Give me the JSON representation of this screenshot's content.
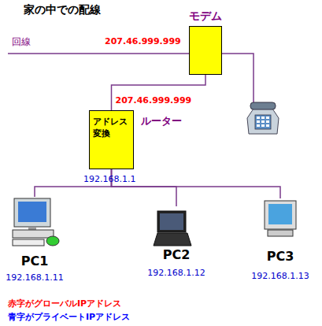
{
  "diagram": {
    "title": "家の中での配線",
    "nodes": [
      {
        "text": [
          "モデム"
        ]
      },
      {
        "text": [
          "アドレス 変換",
          "ルーター"
        ]
      },
      {
        "text": [
          "PC1",
          "192.168.1.11"
        ]
      },
      {
        "text": [
          "PC2",
          "192.168.1.12"
        ]
      },
      {
        "text": [
          "PC3",
          "192.168.1.13"
        ]
      }
    ],
    "edges": [
      {
        "from": 0,
        "to": 1,
        "arrow": "none",
        "label": "207.46.999.999"
      },
      {
        "from": 1,
        "to": 2,
        "arrow": "none"
      },
      {
        "from": 1,
        "to": 3,
        "arrow": "none"
      },
      {
        "from": 1,
        "to": 4,
        "arrow": "none"
      }
    ],
    "labels": [
      "回線",
      "207.46.999.999",
      "192.168.1.1"
    ],
    "legend": [
      {
        "text": "赤字がグローバルIPアドレス",
        "color": "#ff0000"
      },
      {
        "text": "青字がプライベートIPアドレス",
        "color": "#0000ff"
      }
    ]
  }
}
